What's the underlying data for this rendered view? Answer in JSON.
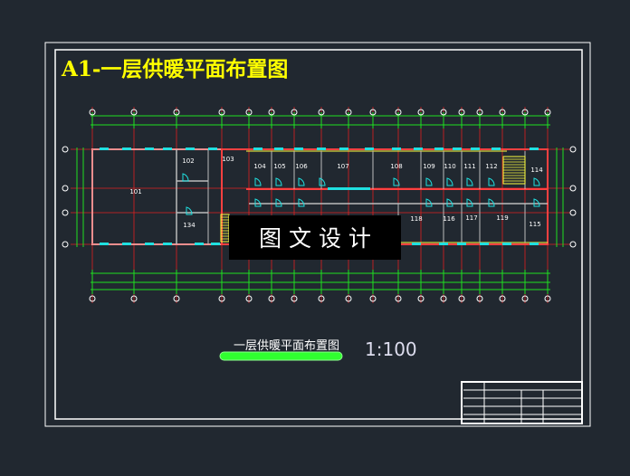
{
  "drawing": {
    "title": "A1-一层供暖平面布置图",
    "plan_caption": "一层供暖平面布置图",
    "scale": "1:100",
    "watermark": "图 文 设 计",
    "colors": {
      "background": "#212830",
      "title": "#ffff00",
      "walls": "#ff3030",
      "grid": "#e02020",
      "dimensions": "#20e020",
      "windows": "#20e0e0",
      "frame": "#ffffff"
    },
    "rooms": [
      {
        "id": "101"
      },
      {
        "id": "102"
      },
      {
        "id": "103"
      },
      {
        "id": "104"
      },
      {
        "id": "105"
      },
      {
        "id": "106"
      },
      {
        "id": "107"
      },
      {
        "id": "108"
      },
      {
        "id": "109"
      },
      {
        "id": "110"
      },
      {
        "id": "111"
      },
      {
        "id": "112"
      },
      {
        "id": "114"
      },
      {
        "id": "134"
      },
      {
        "id": "118"
      },
      {
        "id": "116"
      },
      {
        "id": "117"
      },
      {
        "id": "119"
      },
      {
        "id": "115"
      }
    ]
  }
}
